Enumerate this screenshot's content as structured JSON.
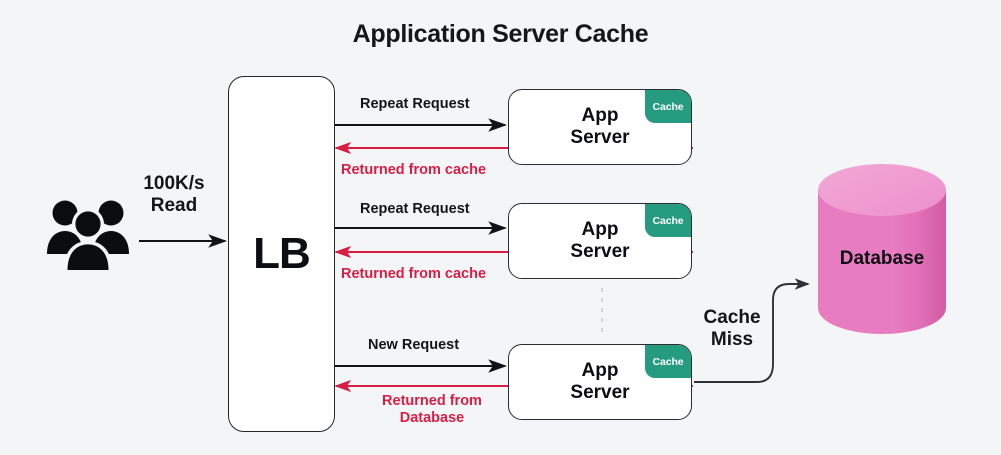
{
  "title": "Application Server Cache",
  "background_color": "#f4f5f7",
  "colors": {
    "accent_red": "#d91e45",
    "cache_green": "#259c80",
    "database_pink": "#e87cc0",
    "database_pink_top": "#ef9ed1",
    "database_pink_shade": "#d966ad",
    "text_dark": "#0d0e11",
    "stroke_dark": "#25262b",
    "dotted_gray": "#c9ccd2"
  },
  "users": {
    "icon": "users-group-icon",
    "rate_label": "100K/s\nRead"
  },
  "load_balancer": {
    "label": "LB"
  },
  "app_servers": [
    {
      "name": "App\nServer",
      "badge": "Cache",
      "request_label": "Repeat Request",
      "response_label": "Returned from cache"
    },
    {
      "name": "App\nServer",
      "badge": "Cache",
      "request_label": "Repeat Request",
      "response_label": "Returned from cache"
    },
    {
      "name": "App\nServer",
      "badge": "Cache",
      "request_label": "New Request",
      "response_label": "Returned from\nDatabase"
    }
  ],
  "cache_miss": {
    "label": "Cache\nMiss"
  },
  "database": {
    "label": "Database"
  }
}
